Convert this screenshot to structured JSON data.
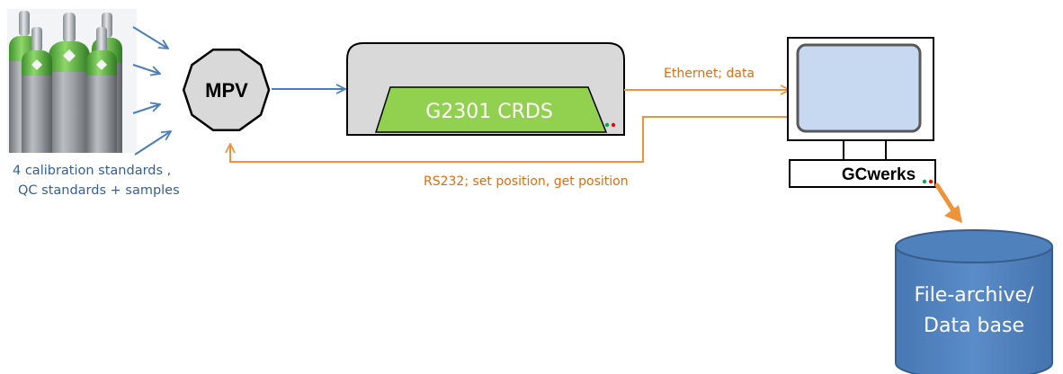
{
  "cylinders": {
    "caption_line1": "4 calibration standards ,",
    "caption_line2": "QC standards + samples"
  },
  "mpv": {
    "label": "MPV"
  },
  "analyzer": {
    "label": "G2301 CRDS"
  },
  "connections": {
    "ethernet": "Ethernet; data",
    "rs232": "RS232; set position, get position"
  },
  "computer": {
    "label": "GCwerks"
  },
  "archive": {
    "line1": "File-archive/",
    "line2": "Data base"
  },
  "colors": {
    "blue_arrow": "#4a7ebb",
    "orange_arrow": "#f0923a",
    "orange_text": "#e46c0a",
    "blue_text": "#366092",
    "crds_green": "#92d050",
    "mpv_fill": "#d9d9d9",
    "screen_fill": "#c6d9f1",
    "db_fill": "#4f81bd",
    "db_edge": "#385d8a",
    "led_green": "#00b050",
    "led_red": "#ff0000"
  }
}
